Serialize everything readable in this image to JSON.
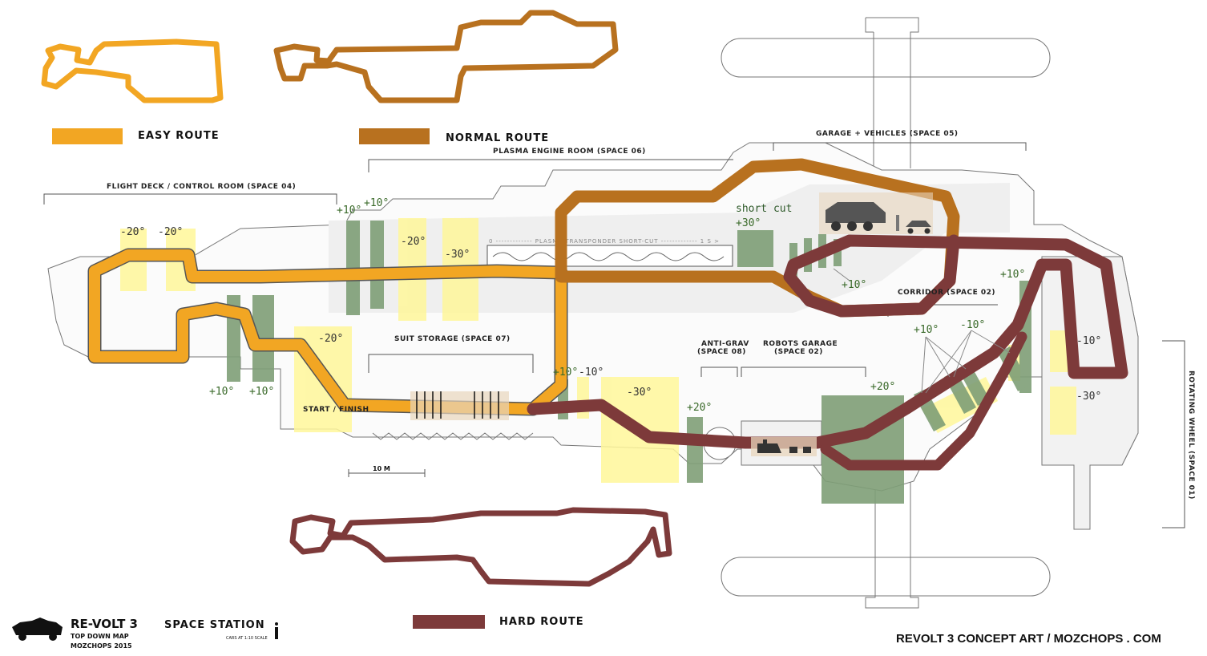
{
  "legend": {
    "easy": "EASY ROUTE",
    "normal": "NORMAL ROUTE",
    "hard": "HARD ROUTE"
  },
  "colors": {
    "easy": "#f2a623",
    "normal": "#b8711f",
    "hard": "#7d3a3a",
    "green": "#7f9f77",
    "yellow": "#fff79a",
    "floor": "#eeeeee"
  },
  "areas": {
    "flight_deck": "FLIGHT DECK / CONTROL ROOM (SPACE 04)",
    "plasma_engine": "PLASMA ENGINE ROOM (SPACE 06)",
    "garage_vehicles": "GARAGE + VEHICLES (SPACE 05)",
    "suit_storage": "SUIT STORAGE (SPACE 07)",
    "anti_grav_1": "ANTI-GRAV",
    "anti_grav_2": "(SPACE 08)",
    "robots_garage_1": "ROBOTS GARAGE",
    "robots_garage_2": "(SPACE 02)",
    "corridor": "CORRIDOR (SPACE 02)",
    "rotating_wheel": "ROTATING WHEEL (SPACE 01)",
    "start_finish": "START / FINISH",
    "plasma_strip": "0 ------------- PLASMA TRANSPONDER SHORT-CUT ------------- 1 S >",
    "short_cut": "short cut",
    "scale": "10 M"
  },
  "angles": {
    "a1": "-20°",
    "a2": "-20°",
    "a3": "+10°",
    "a4": "+10°",
    "a5": "-20°",
    "a6": "-30°",
    "a7": "+10°",
    "a8": "+10°",
    "a9": "-20°",
    "a10": "+10°",
    "a11": "-10°",
    "a12": "-30°",
    "a13": "+20°",
    "a14": "+30°",
    "a15": "+10°",
    "a16": "+20°",
    "a17": "+10°",
    "a18": "-10°",
    "a19": "+10°",
    "a20": "-10°",
    "a21": "-30°"
  },
  "title": {
    "game": "RE-VOLT 3",
    "level": "SPACE STATION",
    "sub": "TOP DOWN MAP",
    "author": "MOZCHOPS  2015",
    "scale_note": "CARS AT 1:10 SCALE"
  },
  "credit": "REVOLT 3 CONCEPT ART  /  MOZCHOPS . COM"
}
